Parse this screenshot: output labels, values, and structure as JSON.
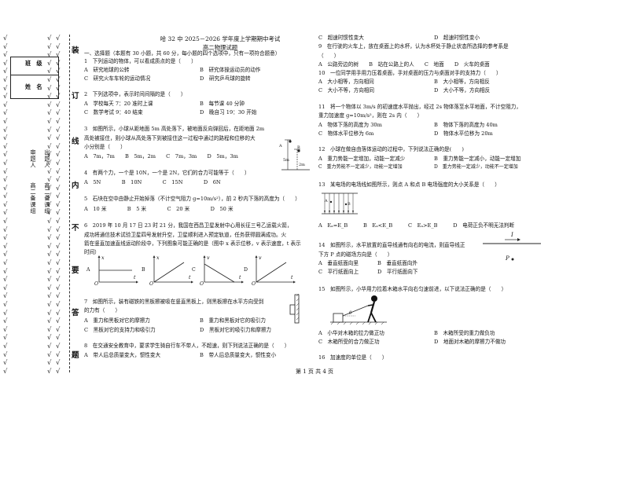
{
  "header": {
    "title": "哈 32 中 2025－2026 学年度上学期期中考试",
    "subtitle": "高二物理试题",
    "instructions": "一、选择题（本题有 30 小题，共 60 分，每小题的四个选项中，只有一项符合题意）",
    "footer": "第 1 页 共 4 页"
  },
  "binding_margin": {
    "checks_left": "√\n√\n√\n√\n√\n√\n√\n√\n√\n√\n√\n√\n√\n√\n√\n√\n√\n√\n√\n√\n√\n√\n√\n√\n√\n√\n√\n√\n√\n√\n√\n√\n√\n√\n√\n√\n√\n√\n√\n√\n√",
    "checks_mid": "√\n√\n√\n√\n√\n√\n√\n√\n√\n√\n√\n√\n√\n√\n√\n√\n√\n√\n√\n√\n√\n√\n√\n√\n√\n√\n√\n√\n√\n√\n√\n√\n√\n√\n√\n√\n√\n√\n√\n√\n√",
    "checks_right": "√\n√\n√\n√\n√\n√\n√\n√\n√\n√\n√\n√\n√\n√\n√\n√\n√\n√\n√\n√\n√\n√\n√\n√\n√\n√\n√\n√\n√\n√\n√\n√\n√\n√\n√\n√\n√\n√\n√\n√\n√",
    "class_label": "班　级",
    "name_label": "姓　名",
    "seal_chars": [
      "装",
      "订",
      "线",
      "内",
      "不",
      "要",
      "答",
      "题"
    ],
    "audit_left": "审题人",
    "audit_right": "出题人",
    "group_left": "高二备课组",
    "group_right": "高二备课组"
  },
  "left": {
    "q1": {
      "stem": "1　下列运动的物体，可以看成质点的是（　　）",
      "A": "A　研究地球的公转",
      "B": "B　研究体操运动员的动作",
      "C": "C　研究火车车轮的运动情况",
      "D": "D　研究乒乓球的旋转"
    },
    "q2": {
      "stem": "2　下列选项中，表示时间间隔的是（　　）",
      "A": "A　学校每天 7：20 准时上课",
      "B": "B　每节课 40 分钟",
      "C": "C　数学考试 9：40 结束",
      "D": "D　晚自习 19：30 开始"
    },
    "q3": {
      "l1": "3　如图所示，小球从距地面 5m 高处落下，被地面反向弹回后，在距地面 2m",
      "l2": "高处被接住，则小球从高处落下到被接住这一过程中通过的路程和位移的大",
      "l3": "小分别是（　　）",
      "opts": "A　7m，7m　　B　5m，2m　　C　7m，3m　　D　5m，3m",
      "fig_5m": "5m",
      "fig_2m": "2m",
      "fig_a": "A",
      "fig_b": "B"
    },
    "q4": {
      "stem": "4　有两个力，一个是 10N，一个是 2N，它们的合力可能等于（　　）",
      "opts": "A　5N　　　　B　10N　　　　C　15N　　　　D　6N"
    },
    "q5": {
      "stem": "5　石块在空中由静止开始掉落（不计空气阻力 g=10m/s²），前 2 秒内下落的高度为（　　）",
      "opts": "A　10 米　　　　B　5 米　　　　C　20 米　　　　D　50 米"
    },
    "q6": {
      "l1": "6　2019 年 10 月 17 日 23 时 21 分，我国在西昌卫星发射中心用长征三号乙运载火箭，",
      "l2": "成功将通信技术试验卫星四号发射升空，卫星顺利进入预定轨道，任务获得圆满成功。火",
      "l3": "箭在竖直加速直线运动阶段中，下列图象可能正确的是（图中 x 表示位移，v 表示速度，t 表示",
      "l4": "时间）",
      "graphs": [
        {
          "label": "A",
          "ylabel": "x",
          "xlabel": "t",
          "origin": "O"
        },
        {
          "label": "B",
          "ylabel": "x",
          "xlabel": "t",
          "origin": "O"
        },
        {
          "label": "C",
          "ylabel": "v",
          "xlabel": "t",
          "origin": "O"
        },
        {
          "label": "D",
          "ylabel": "v",
          "xlabel": "t",
          "origin": "O"
        }
      ]
    },
    "q7": {
      "l1": "7　如图所示，装有磁铁的黑板擦被吸在竖直黑板上，则黑板擦在水平方向受到",
      "l2": "的力有（　　）",
      "A": "A　重力和黑板对它的摩擦力",
      "B": "B　重力和黑板对它的吸引力",
      "C": "C　黑板对它的支持力和吸引力",
      "D": "D　黑板对它的吸引力和摩擦力"
    },
    "q8": {
      "stem": "8　在交通安全教育中，要求学生骑自行车不带人，不超速，则下列说法正确的是（　　）",
      "A": "A　带人后总质量变大，惯性变大",
      "B": "B　带人后总质量变大，惯性变小"
    }
  },
  "right": {
    "q8cd": {
      "C": "C　超速时惯性变大",
      "D": "D　超速时惯性变小"
    },
    "q9": {
      "l1": "9　在行驶的火车上，放在桌面上的水杯，认为水杯处于静止状态所选择的参考系是",
      "l2": "（　　）",
      "opts": "A　公路旁边的树　　B　站在公路上的人　　C　地面　　D　火车的桌面"
    },
    "q10": {
      "stem": "10　一位同学用手用力压着桌面，手对桌面的压力与桌面对手的支持力（　　）",
      "A": "A　大小相等，方向相同",
      "B": "B　大小相等，方向相反",
      "C": "C　大小不等，方向相同",
      "D": "D　大小不等，方向相反"
    },
    "q11": {
      "l1": "11　将一个物体以 3m/s 的初速度水平抛出，经过 2s 物体落至水平地面，不计空阻力，",
      "l2": "重力加速度 g=10m/s²，则在 2s 内（　　）",
      "A": "A　物体下落的高度为 30m",
      "B": "B　物体下落的高度为 40m",
      "C": "C　物体水平位移为 6m",
      "D": "D　物体水平位移为 20m"
    },
    "q12": {
      "stem": "12　小球在做自由落体运动的过程中，下列说法正确的是(　　)",
      "A": "A　重力势能一定增加，动能一定减少",
      "B": "B　重力势能一定减小，动能一定增加",
      "C": "C　重力势能不一定减少，动能一定增加",
      "D": "D　重力势能一定减少，动能不一定增加"
    },
    "q13": {
      "stem": "13　某电场的电场线如图所示，则点 A 和点 B 电场强度的大小关系是（　　）",
      "opts": "A　Eₐ=E_B　　　B　Eₐ<E_B　　　C　Eₐ>E_B　　　D　电荷正负不明无法判断",
      "fig_a": "A",
      "fig_b": "B"
    },
    "q14": {
      "l1": "14　如图所示，水平放置的直导线通有向右的电流，则直导线正",
      "l2": "下方 P 点的磁场方向是（　　）",
      "A": "A　垂直纸面向里",
      "B": "B　垂直纸面向外",
      "C": "C　平行纸面向上",
      "D": "D　平行纸面向下",
      "fig_i": "I",
      "fig_p": "P"
    },
    "q15": {
      "stem": "15　如图所示，小华用力拉着木箱水平向右匀速前进，以下说法正确的是（　　）",
      "A": "A　小华对木箱的拉力做正功",
      "B": "B　木箱所受的重力做负功",
      "C": "C　木箱所受的合力做正功",
      "D": "D　地面对木箱的摩擦力不做功",
      "fig_theta": "θ"
    },
    "q16": {
      "stem": "16　加速度的单位是（　　）"
    }
  }
}
